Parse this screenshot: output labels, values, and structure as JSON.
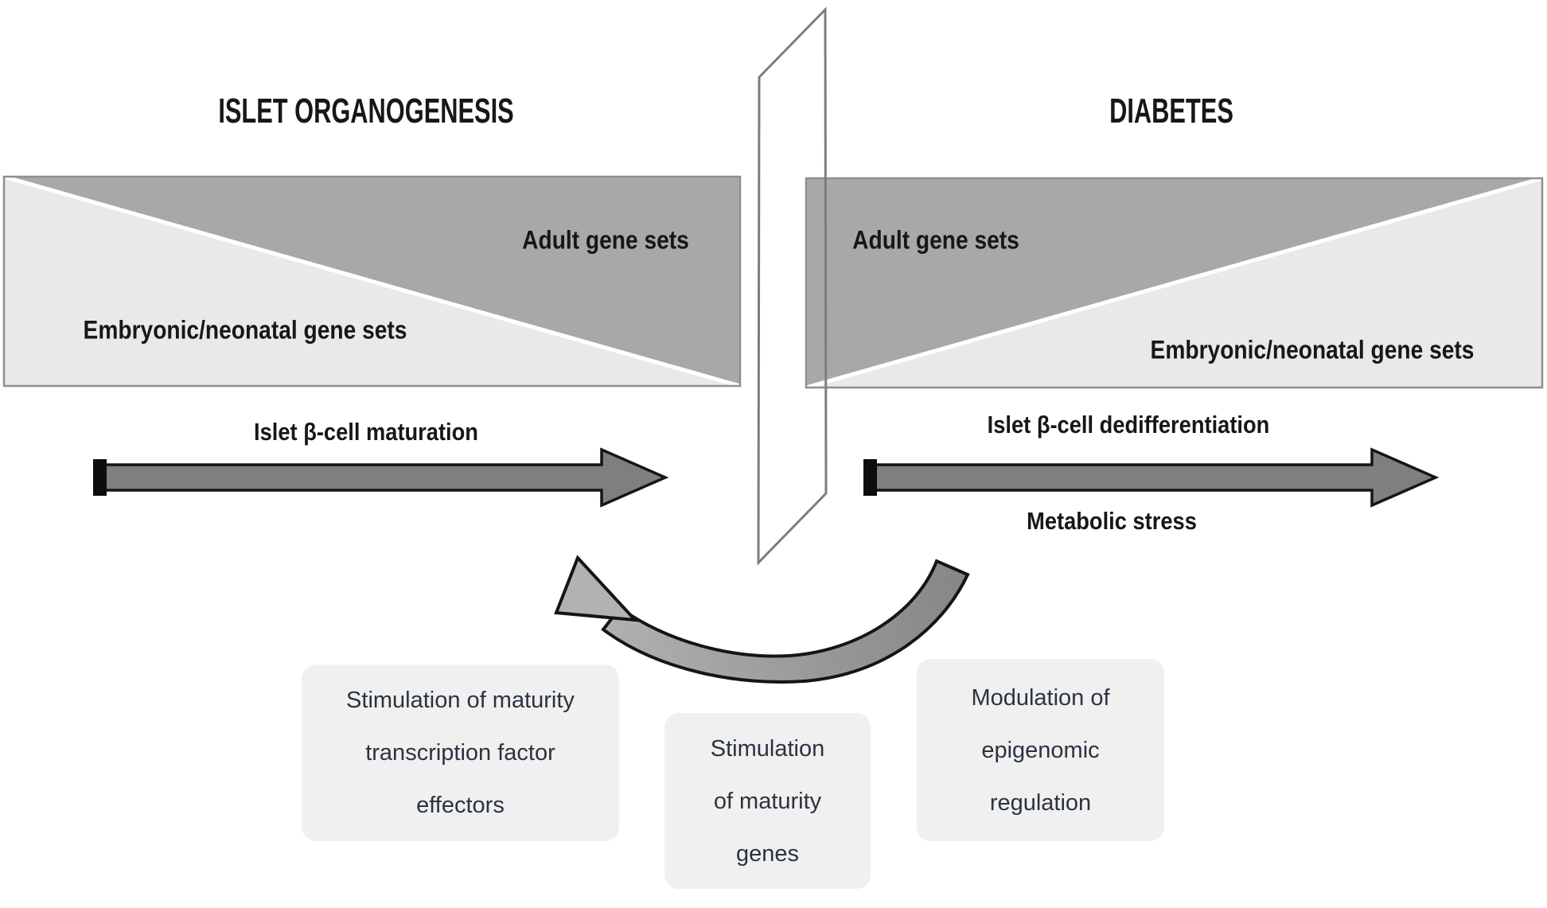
{
  "titles": {
    "left": "ISLET ORGANOGENESIS",
    "right": "DIABETES"
  },
  "left_panel": {
    "adult_label": "Adult gene sets",
    "embryonic_label": "Embryonic/neonatal gene sets",
    "process_label": "Islet β-cell maturation"
  },
  "right_panel": {
    "adult_label": "Adult gene sets",
    "embryonic_label": "Embryonic/neonatal gene sets",
    "process_label": "Islet β-cell dedifferentiation",
    "stress_label": "Metabolic stress"
  },
  "callouts": {
    "left_box": {
      "line1": "Stimulation of maturity",
      "line2": "transcription factor",
      "line3": "effectors"
    },
    "center_box": {
      "line1": "Stimulation",
      "line2": "of maturity",
      "line3": "genes"
    },
    "right_box": {
      "line1": "Modulation of",
      "line2": "epigenomic",
      "line3": "regulation"
    }
  },
  "colors": {
    "triangle_dark": "#a8a8a8",
    "triangle_light": "#e9e9e9",
    "panel_border": "#8f8f8f",
    "diagonal_gap": "#ffffff",
    "arrow_fill": "#7f7f7f",
    "arrow_outline": "#151515",
    "arrow_start_cap": "#0d0d0d",
    "plane_stroke": "#7d7d7d",
    "curve_light": "#b2b2b2",
    "curve_dark": "#868686",
    "callout_bg": "#f0f0f0",
    "label_text": "#171717",
    "callout_text": "#2b3340"
  }
}
